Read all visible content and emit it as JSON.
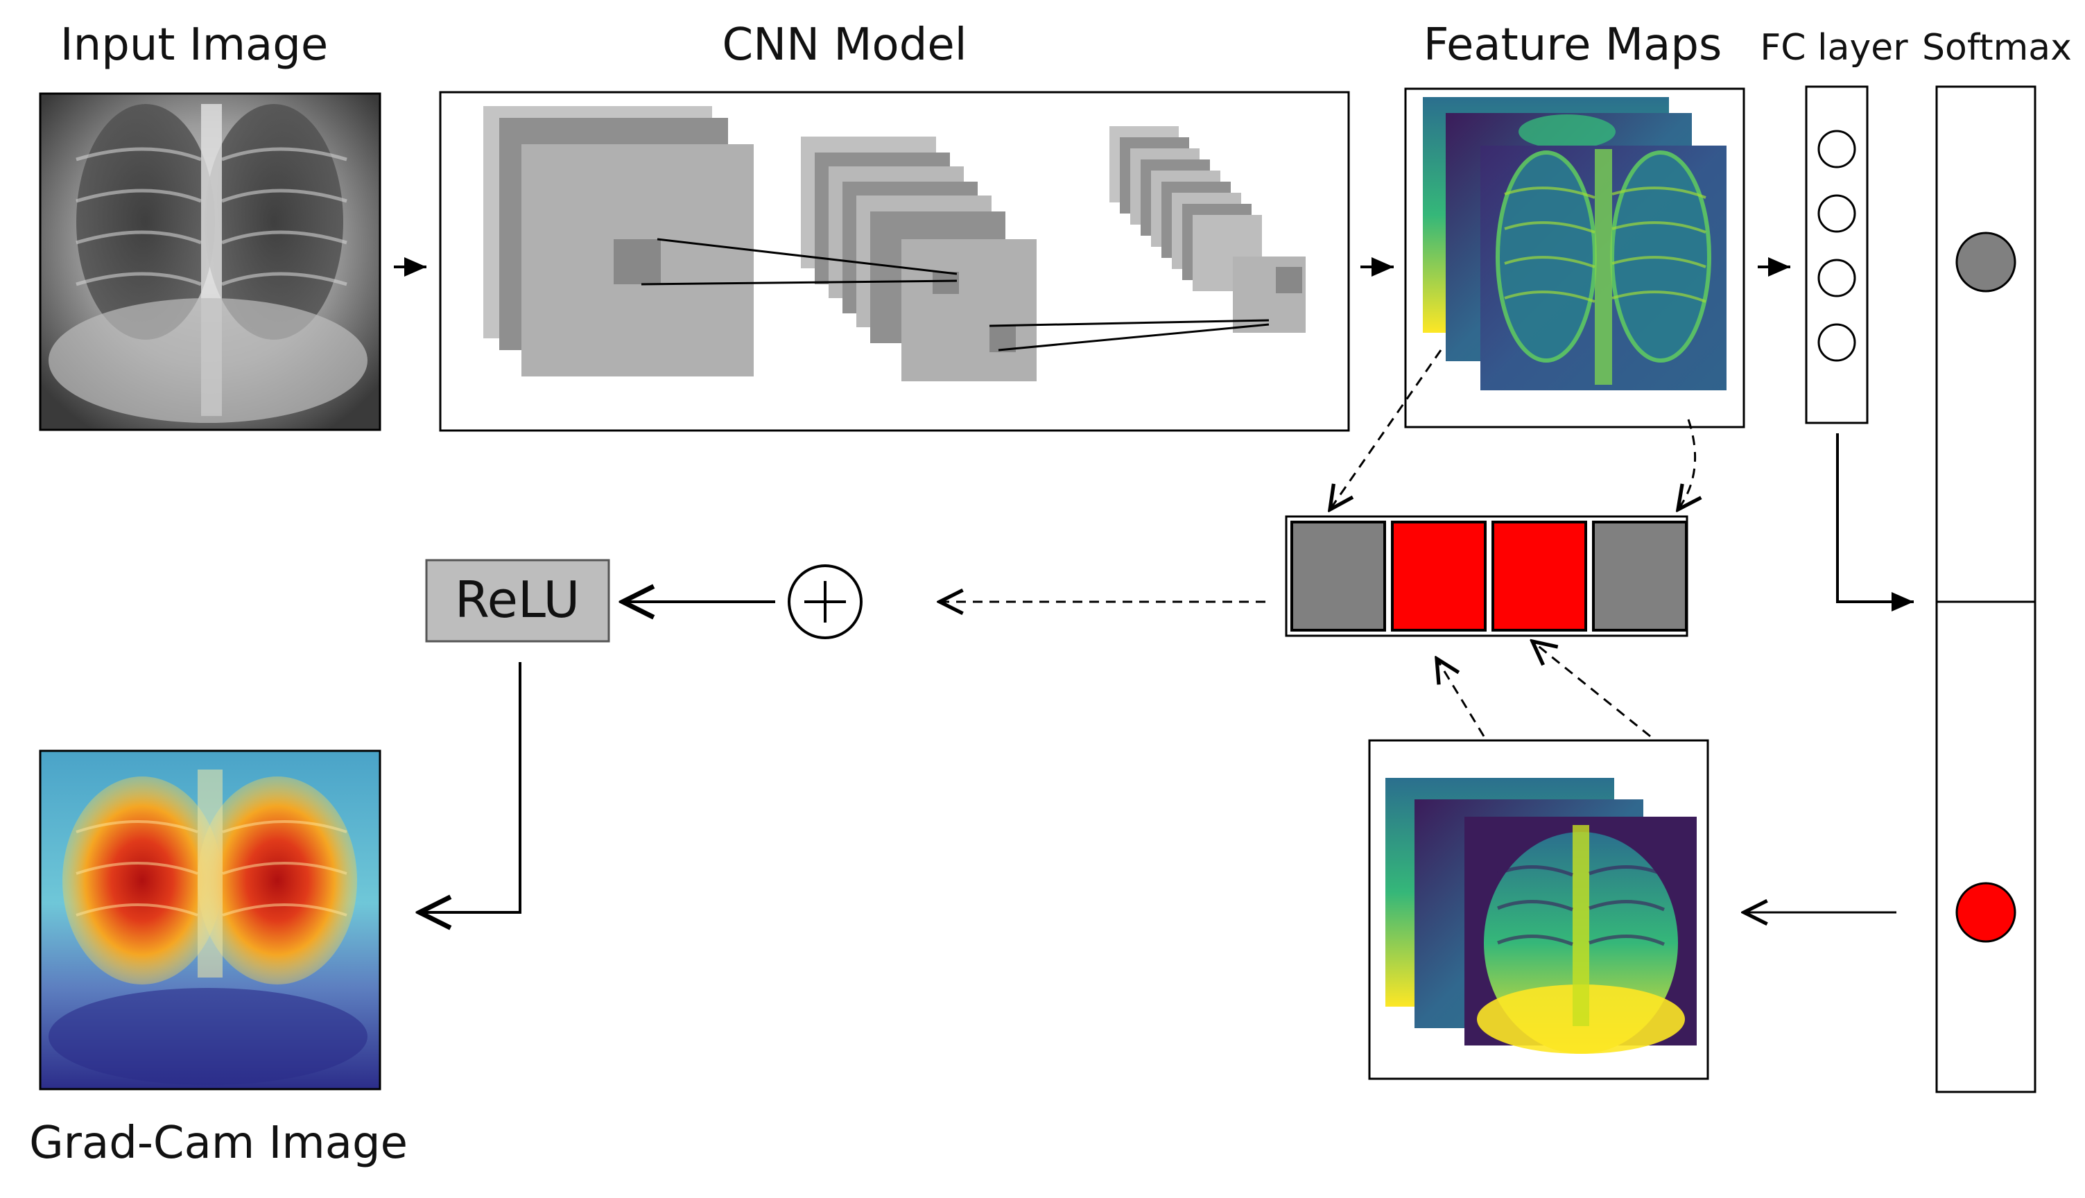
{
  "labels": {
    "input_image": "Input Image",
    "cnn_model": "CNN Model",
    "feature_maps": "Feature Maps",
    "fc_layer": "FC layer",
    "softmax": "Softmax",
    "relu": "ReLU",
    "gradcam_image": "Grad-Cam Image"
  },
  "weights": [
    {
      "color": "#808080"
    },
    {
      "color": "#ff0000"
    },
    {
      "color": "#ff0000"
    },
    {
      "color": "#808080"
    }
  ],
  "fc_nodes": 4,
  "softmax_outputs": [
    {
      "color": "#808080"
    },
    {
      "color": "#ff0000"
    }
  ],
  "colors": {
    "layer_light": "#b8b8b8",
    "layer_mid": "#a6a6a6",
    "layer_dark": "#8c8c8c",
    "kernel": "#808080",
    "viridis_dark": "#3b1c5a",
    "viridis_blue": "#2b6f8e",
    "viridis_green": "#35b779",
    "viridis_yellow": "#fde725"
  },
  "icons": {
    "sum": "circled-plus-icon"
  }
}
